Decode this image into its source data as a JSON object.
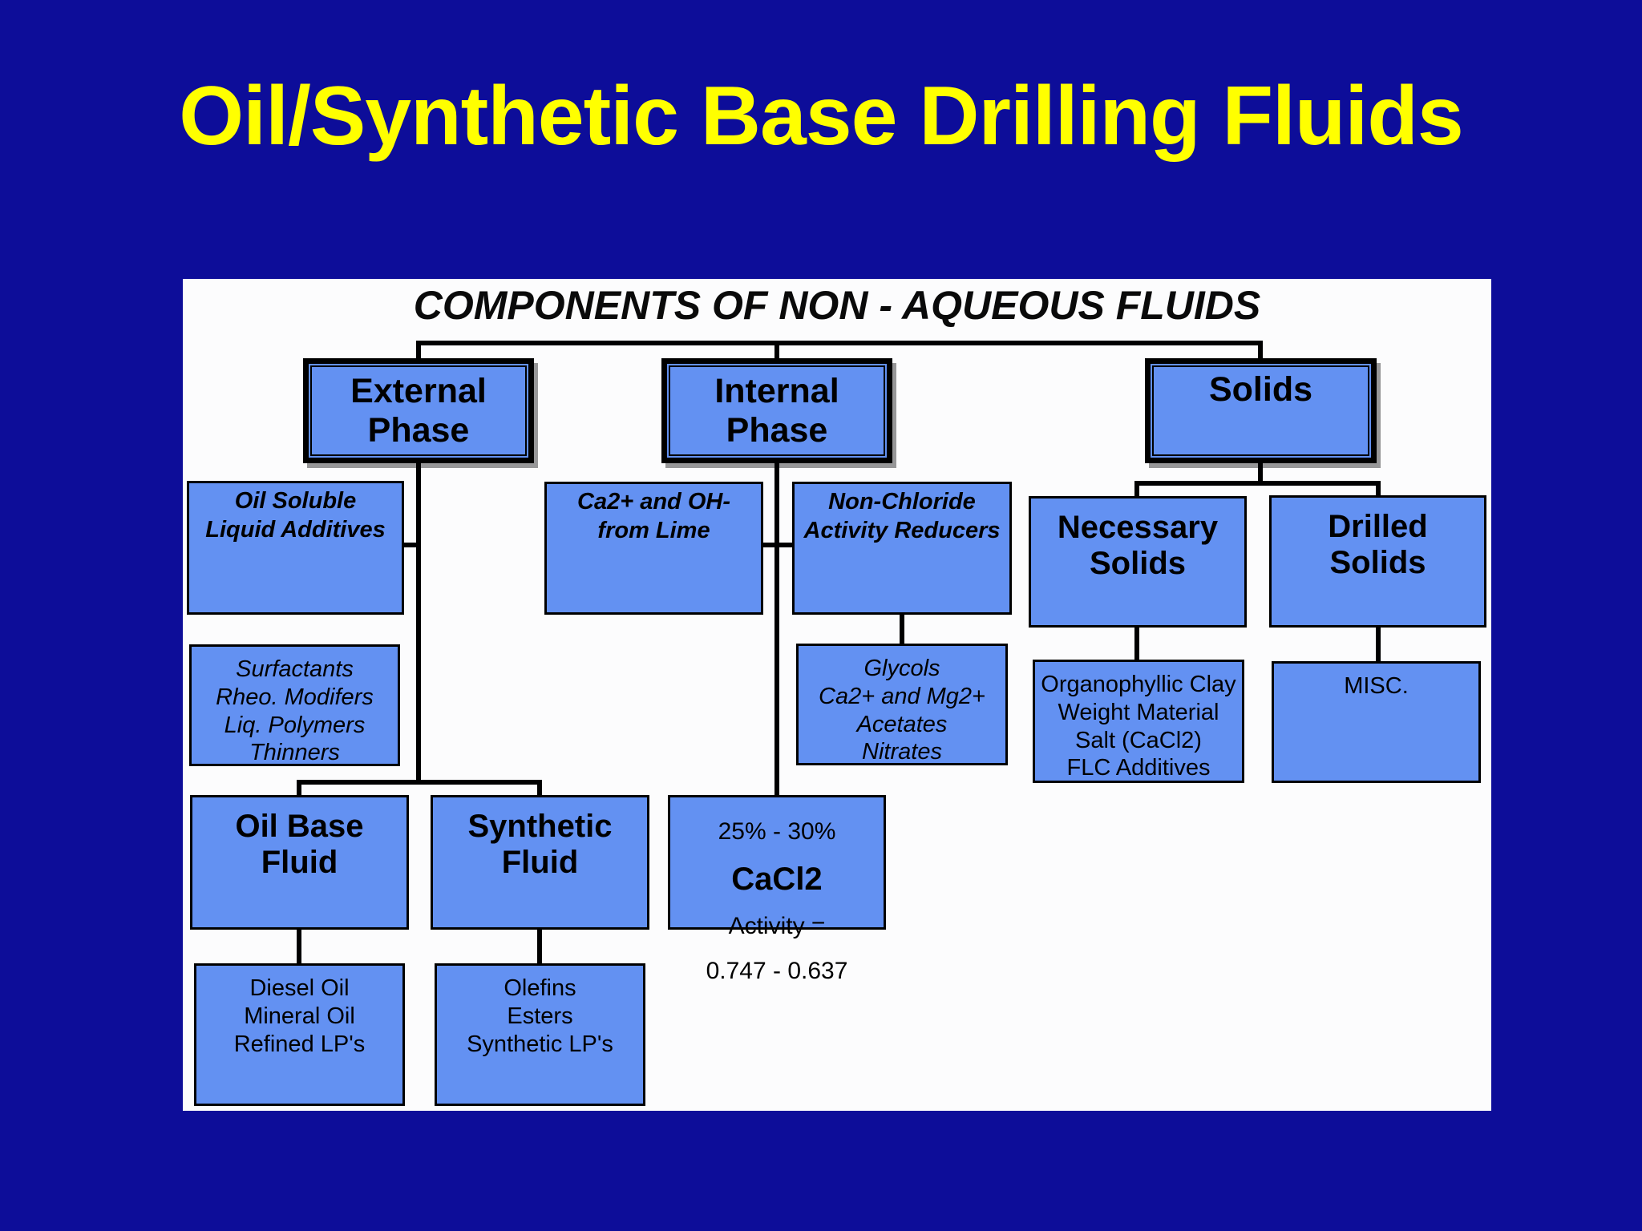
{
  "slide_title": "Oil/Synthetic Base Drilling Fluids",
  "colors": {
    "background_navy": "#0d0d99",
    "title_yellow": "#ffff00",
    "panel_white": "#fcfcfd",
    "box_blue": "#6391f2",
    "line_black": "#000000"
  },
  "diagram": {
    "header": "COMPONENTS OF NON - AQUEOUS FLUIDS",
    "nodes": {
      "external_phase": "External\nPhase",
      "internal_phase": "Internal\nPhase",
      "solids": "Solids",
      "oil_soluble": "Oil Soluble\nLiquid Additives",
      "ca_oh_lime": "Ca2+ and OH-\nfrom  Lime",
      "non_chloride": "Non-Chloride\nActivity Reducers",
      "necessary_solids": "Necessary\nSolids",
      "drilled_solids": "Drilled\nSolids",
      "surfactants_list": "Surfactants\nRheo. Modifers\nLiq. Polymers\nThinners",
      "glycols_list": "Glycols\nCa2+ and Mg2+\nAcetates\nNitrates",
      "necessary_list": "Organophyllic Clay\nWeight Material\nSalt (CaCl2)\nFLC Additives",
      "misc": "MISC.",
      "oil_base_fluid": "Oil Base\nFluid",
      "synthetic_fluid": "Synthetic\nFluid",
      "cacl2": {
        "pct": "25% - 30%",
        "name": "CaCl2",
        "activity": "Activity =",
        "range": "0.747 - 0.637"
      },
      "diesel_list": "Diesel Oil\nMineral Oil\nRefined LP's",
      "olefins_list": "Olefins\nEsters\nSynthetic LP's"
    }
  }
}
